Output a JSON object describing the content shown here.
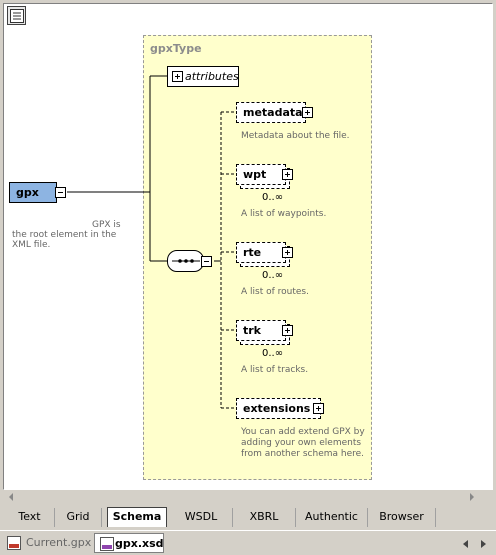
{
  "schema": {
    "type_name": "gpxType",
    "attributes_label": "attributes",
    "root": {
      "name": "gpx",
      "description_a": "GPX is",
      "description_b": "the root element in the XML file."
    },
    "elements": [
      {
        "name": "metadata",
        "occurrence": "",
        "description": "Metadata about the file."
      },
      {
        "name": "wpt",
        "occurrence": "0..∞",
        "description": "A list of waypoints."
      },
      {
        "name": "rte",
        "occurrence": "0..∞",
        "description": "A list of routes."
      },
      {
        "name": "trk",
        "occurrence": "0..∞",
        "description": "A list of tracks."
      },
      {
        "name": "extensions",
        "occurrence": "",
        "description_lines": [
          "You can add extend GPX by",
          "adding your own elements",
          "from another schema here."
        ]
      }
    ]
  },
  "view_tabs": [
    "Text",
    "Grid",
    "Schema",
    "WSDL",
    "XBRL",
    "Authentic",
    "Browser"
  ],
  "active_view_tab": "Schema",
  "doc_tabs": [
    {
      "label": "Current.gpx",
      "active": false
    },
    {
      "label": "gpx.xsd",
      "active": true
    }
  ],
  "colors": {
    "root_fill": "#8db4e2",
    "type_fill": "#ffffcc"
  }
}
